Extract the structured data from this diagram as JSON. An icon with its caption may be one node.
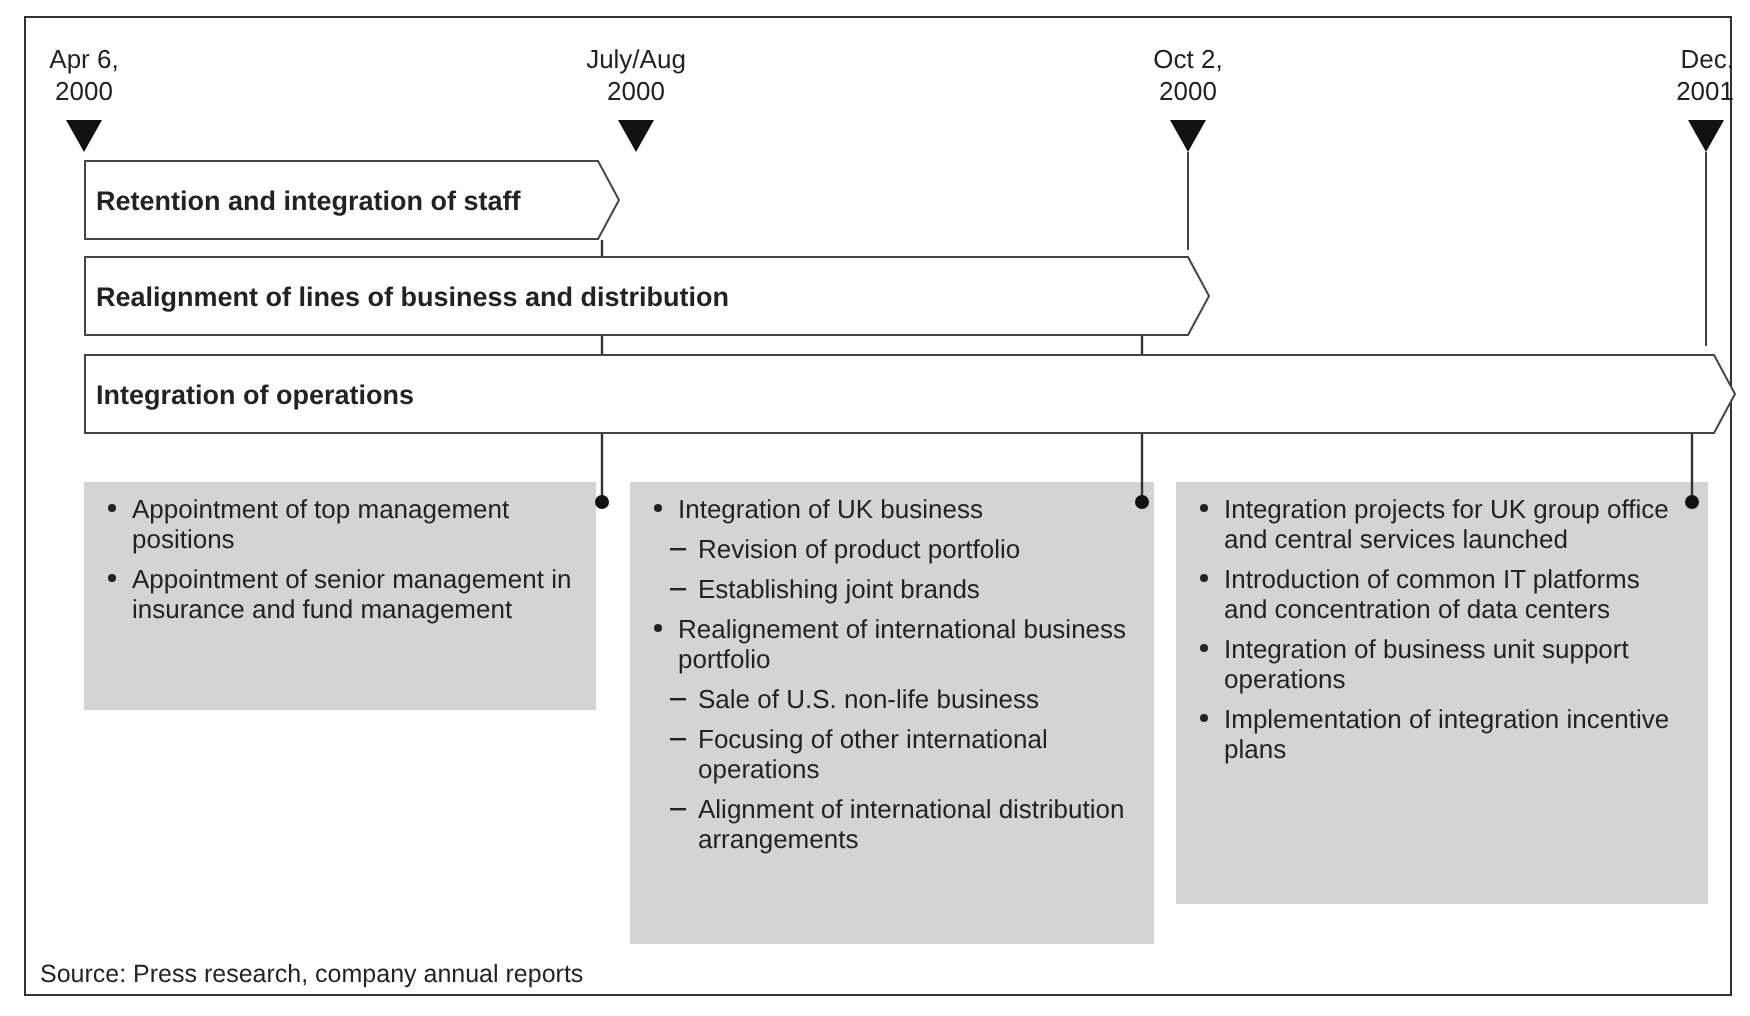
{
  "diagram": {
    "caption": "Source: Press research, company annual reports",
    "nodes": [
      {
        "text": [
          "Retention and integration of staff"
        ]
      },
      {
        "text": [
          "Realignment of lines of business and distribution"
        ]
      },
      {
        "text": [
          "Integration of operations"
        ]
      },
      {
        "text": [
          "Appointment of top management positions",
          "Appointment of senior management in insurance and fund management"
        ]
      },
      {
        "text": [
          "Integration of UK business",
          "Revision of product portfolio",
          "Establishing joint brands",
          "Realignement of international business portfolio",
          "Sale of U.S. non-life business",
          "Focusing of other international operations",
          "Alignment of international distribution arrangements"
        ]
      },
      {
        "text": [
          "Integration projects for UK group office and central services launched",
          "Introduction of common IT platforms and concentration of data centers",
          "Integration of business unit support operations",
          "Implementation of integration incentive plans"
        ]
      }
    ],
    "edges": [
      {
        "from": 0,
        "to": 3,
        "arrow": "other"
      },
      {
        "from": 1,
        "to": 4,
        "arrow": "other"
      },
      {
        "from": 2,
        "to": 5,
        "arrow": "other"
      }
    ],
    "labels": [
      "Apr 6, 2000",
      "July/Aug 2000",
      "Oct 2, 2000",
      "Dec. 2001"
    ]
  }
}
